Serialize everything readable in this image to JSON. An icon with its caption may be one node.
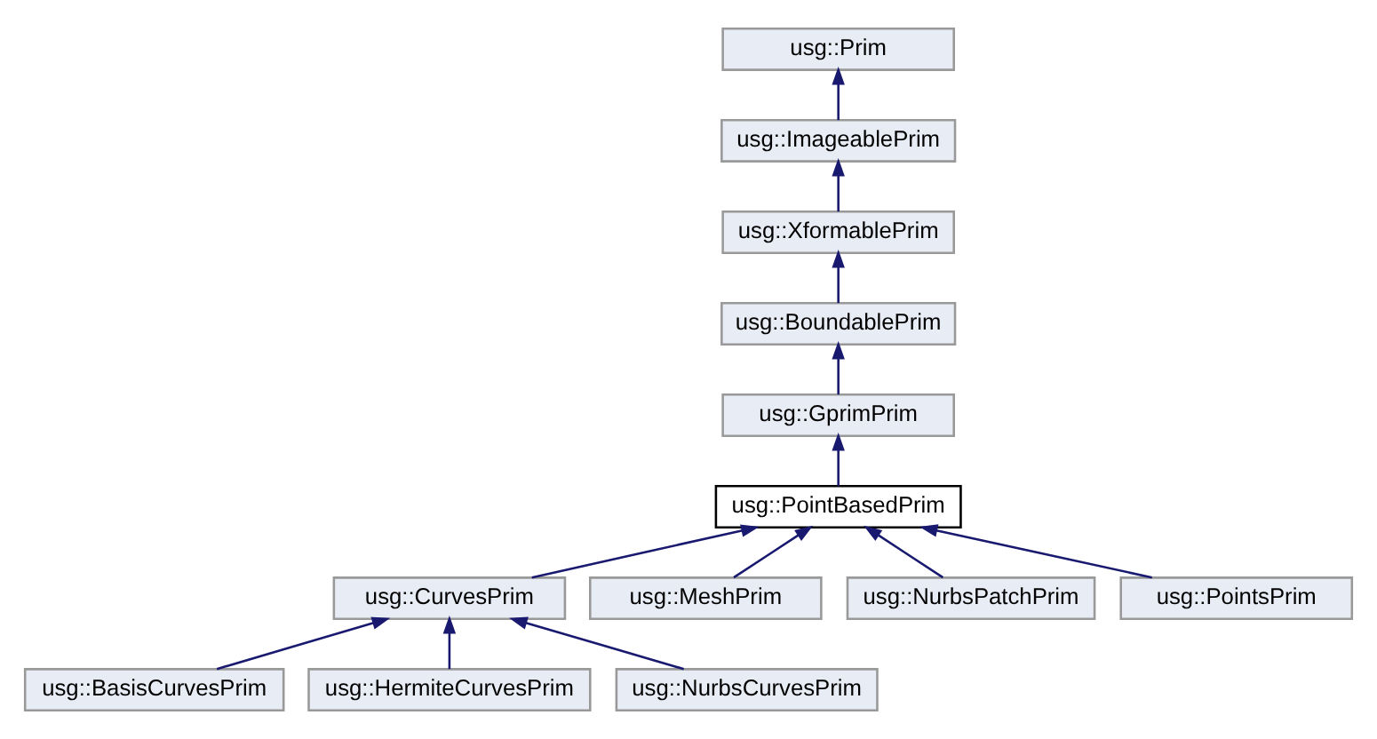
{
  "diagram": {
    "nodes": [
      {
        "text": [
          "usg::Prim"
        ]
      },
      {
        "text": [
          "usg::ImageablePrim"
        ]
      },
      {
        "text": [
          "usg::XformablePrim"
        ]
      },
      {
        "text": [
          "usg::BoundablePrim"
        ]
      },
      {
        "text": [
          "usg::GprimPrim"
        ]
      },
      {
        "text": [
          "usg::PointBasedPrim"
        ]
      },
      {
        "text": [
          "usg::CurvesPrim"
        ]
      },
      {
        "text": [
          "usg::MeshPrim"
        ]
      },
      {
        "text": [
          "usg::NurbsPatchPrim"
        ]
      },
      {
        "text": [
          "usg::PointsPrim"
        ]
      },
      {
        "text": [
          "usg::BasisCurvesPrim"
        ]
      },
      {
        "text": [
          "usg::HermiteCurvesPrim"
        ]
      },
      {
        "text": [
          "usg::NurbsCurvesPrim"
        ]
      }
    ],
    "edges": [
      {
        "from": 1,
        "to": 0,
        "arrow": "to"
      },
      {
        "from": 2,
        "to": 1,
        "arrow": "to"
      },
      {
        "from": 3,
        "to": 2,
        "arrow": "to"
      },
      {
        "from": 4,
        "to": 3,
        "arrow": "to"
      },
      {
        "from": 5,
        "to": 4,
        "arrow": "to"
      },
      {
        "from": 6,
        "to": 5,
        "arrow": "to"
      },
      {
        "from": 7,
        "to": 5,
        "arrow": "to"
      },
      {
        "from": 8,
        "to": 5,
        "arrow": "to"
      },
      {
        "from": 9,
        "to": 5,
        "arrow": "to"
      },
      {
        "from": 10,
        "to": 6,
        "arrow": "to"
      },
      {
        "from": 11,
        "to": 6,
        "arrow": "to"
      },
      {
        "from": 12,
        "to": 6,
        "arrow": "to"
      }
    ]
  }
}
